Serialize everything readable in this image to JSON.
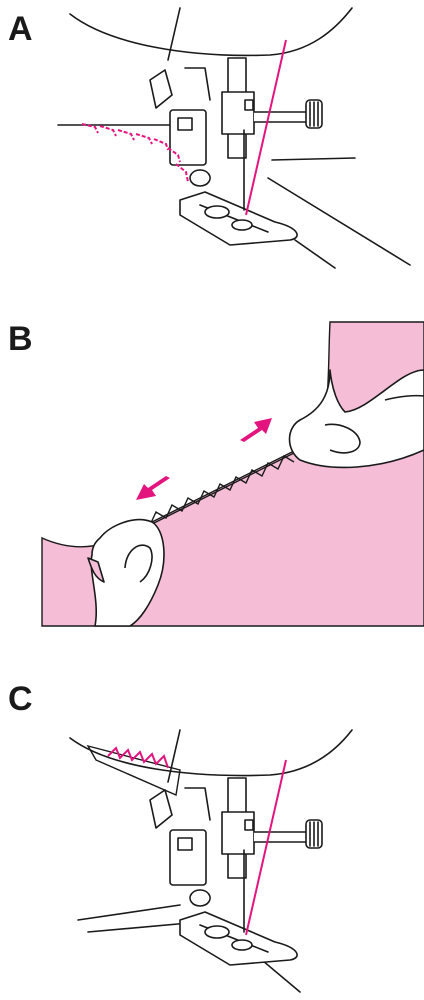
{
  "panels": [
    {
      "label": "A"
    },
    {
      "label": "B"
    },
    {
      "label": "C"
    }
  ],
  "colors": {
    "fabric_pink": "#f5bdd6",
    "accent_magenta": "#e4147e",
    "line": "#1a1a1a",
    "background": "#ffffff"
  }
}
